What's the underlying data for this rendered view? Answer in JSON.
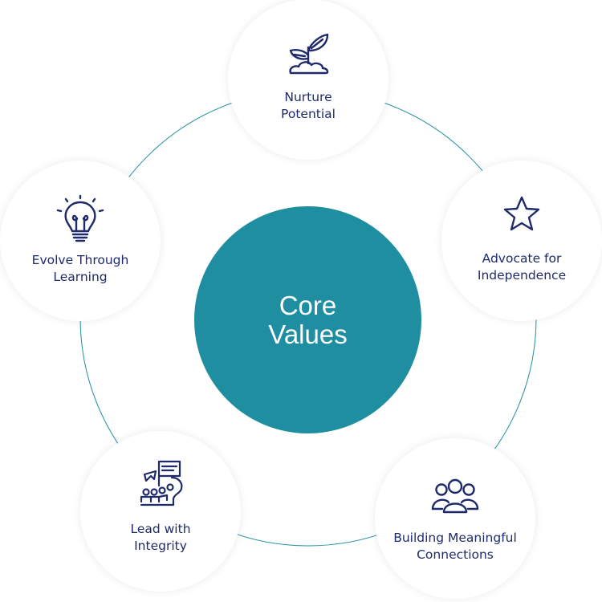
{
  "center": {
    "title": "Core\nValues"
  },
  "colors": {
    "center_fill": "#208ea1",
    "ring_line": "#208ea1",
    "icon_stroke": "#1f2a6b",
    "label_text": "#1f2a6b"
  },
  "values": [
    {
      "label": "Nurture\nPotential",
      "icon": "sprout-icon"
    },
    {
      "label": "Advocate for\nIndependence",
      "icon": "star-icon"
    },
    {
      "label": "Building Meaningful\nConnections",
      "icon": "group-icon"
    },
    {
      "label": "Lead with\nIntegrity",
      "icon": "raised-hand-flag-icon"
    },
    {
      "label": "Evolve Through\nLearning",
      "icon": "lightbulb-icon"
    }
  ]
}
